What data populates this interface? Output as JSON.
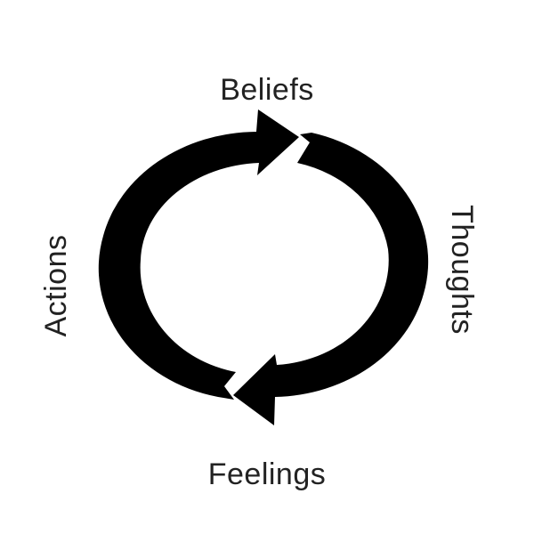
{
  "diagram": {
    "labels": {
      "top": "Beliefs",
      "right": "Thoughts",
      "bottom": "Feelings",
      "left": "Actions"
    },
    "colors": {
      "arrow": "#000000",
      "text": "#222222",
      "background": "#ffffff"
    }
  }
}
